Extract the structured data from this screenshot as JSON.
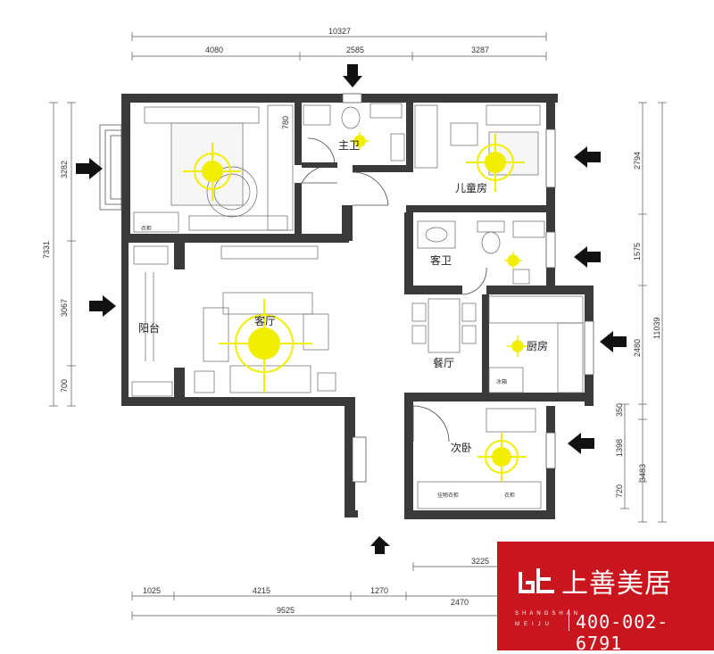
{
  "dimensions": {
    "top_total": "10327",
    "top_segments": [
      "4080",
      "2585",
      "3287"
    ],
    "left_total": "7331",
    "left_segments": [
      "3282",
      "3067",
      "700"
    ],
    "right_total": "11039",
    "right_segments_outer": [
      "2794",
      "1575",
      "2480",
      "350",
      "1398",
      "720"
    ],
    "right_segment_inner": "3483",
    "bottom_segments": [
      "1025",
      "4215",
      "1270",
      "2470"
    ],
    "bottom_total": "9525",
    "bottom_right": "3225",
    "wardrobe_depth": "780"
  },
  "rooms": {
    "master_bath": "主卫",
    "kids_room": "儿童房",
    "guest_bath": "客卫",
    "living_room": "客厅",
    "balcony": "阳台",
    "dining": "餐厅",
    "kitchen": "厨房",
    "second_bedroom": "次卧"
  },
  "fixture_labels": {
    "bedroom_cabinet": "衣柜",
    "fridge": "冰箱",
    "second_bed_left": "挂物衣柜",
    "second_bed_right": "衣柜"
  },
  "brand": {
    "name": "上善美居",
    "pinyin_line1": "SHANGSHAN",
    "pinyin_line2": "MEIJU",
    "phone": "400-002-6791",
    "color": "#c9151e"
  },
  "colors": {
    "wall": "#3a3a3a",
    "light": "#f2ee00"
  }
}
